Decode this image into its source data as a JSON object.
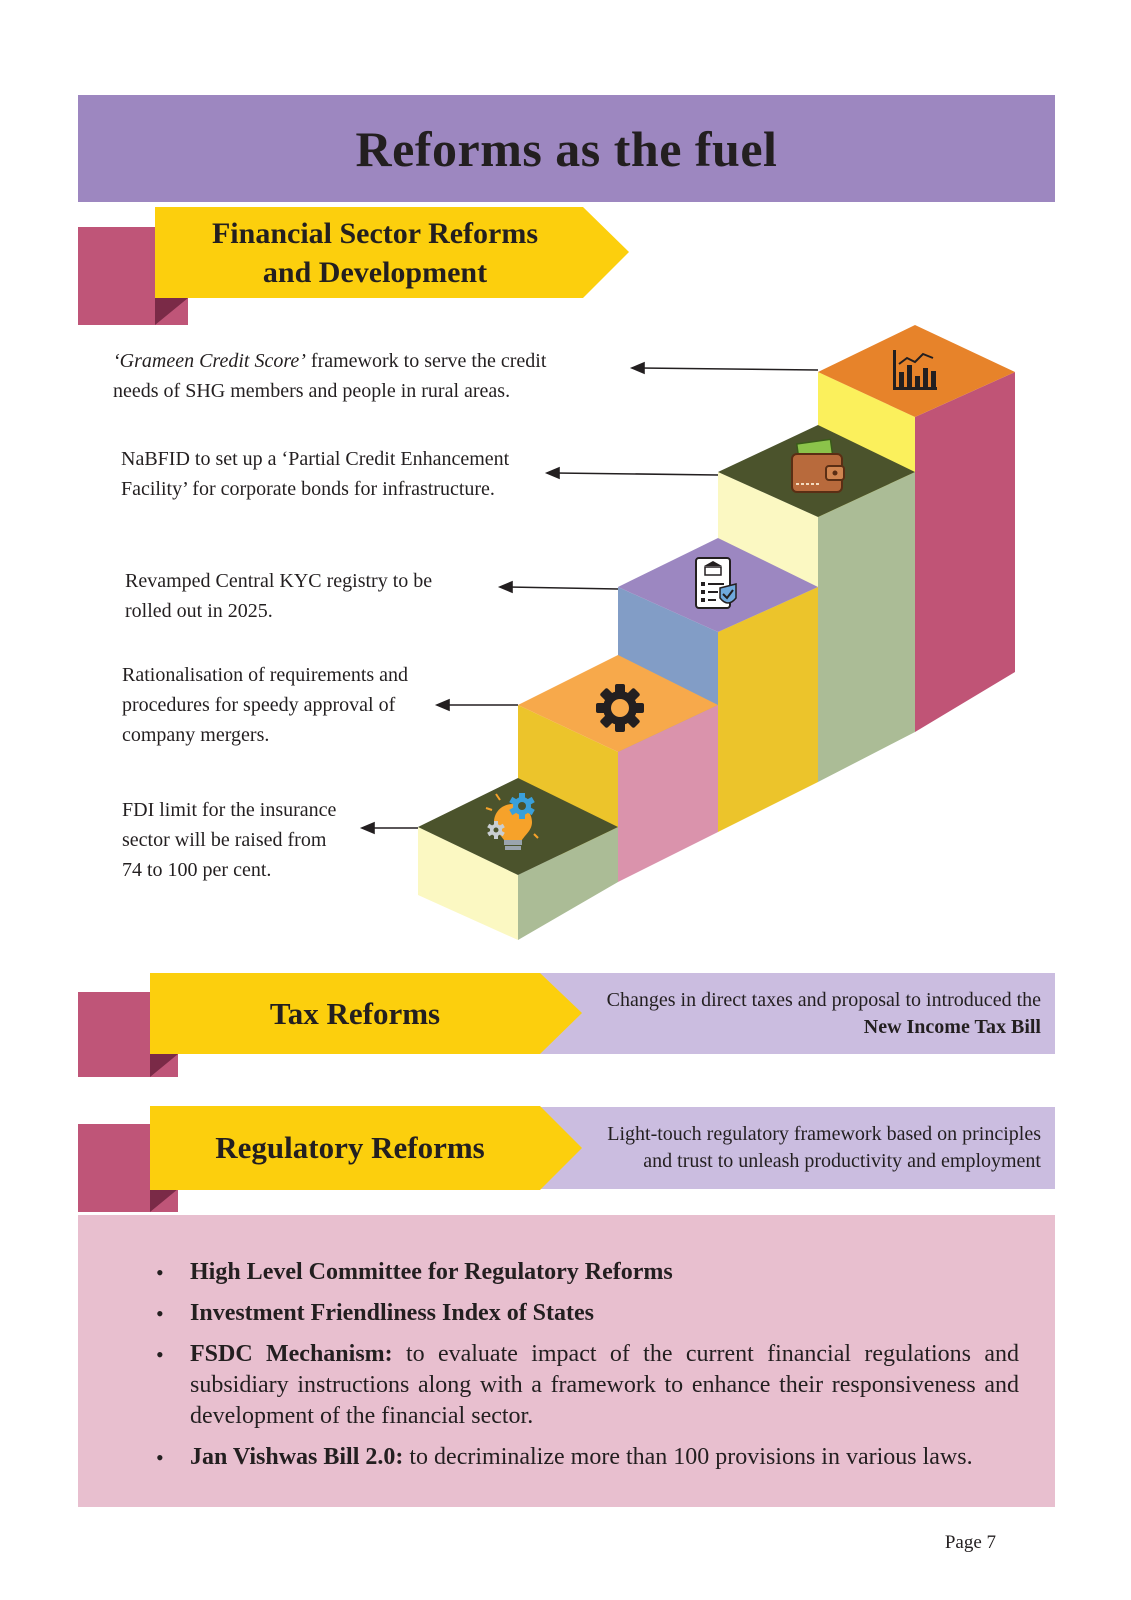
{
  "header": {
    "title": "Reforms as the fuel"
  },
  "financial": {
    "title_line1": "Financial Sector Reforms",
    "title_line2": "and Development",
    "steps": [
      {
        "italic": "‘Grameen Credit Score’",
        "text_l1": " framework to serve the credit",
        "text_l2": "needs of SHG members and people in rural areas.",
        "icon": "bar-chart-icon"
      },
      {
        "text_l1": "NaBFID to set up a ‘Partial Credit Enhancement",
        "text_l2": "Facility’ for corporate bonds for infrastructure.",
        "icon": "wallet-icon"
      },
      {
        "text_l1": "Revamped Central KYC registry to be",
        "text_l2": "rolled out in 2025.",
        "icon": "kyc-document-icon"
      },
      {
        "text_l1": "Rationalisation of requirements and",
        "text_l2": "procedures for speedy approval of",
        "text_l3": "company mergers.",
        "icon": "gear-icon"
      },
      {
        "text_l1": "FDI limit for the insurance",
        "text_l2": "sector will be raised from",
        "text_l3": "74 to 100 per cent.",
        "icon": "lightbulb-gears-icon"
      }
    ]
  },
  "tax": {
    "title": "Tax Reforms",
    "desc_l1": "Changes in direct taxes and proposal to introduced the",
    "desc_bold": "New Income Tax Bill"
  },
  "regulatory": {
    "title": "Regulatory Reforms",
    "desc_l1": "Light-touch regulatory framework based on principles",
    "desc_l2": "and trust to unleash productivity and employment"
  },
  "bullets": [
    {
      "bold": "High Level Committee for Regulatory Reforms",
      "text": ""
    },
    {
      "bold": "Investment Friendliness Index of States",
      "text": ""
    },
    {
      "bold": "FSDC Mechanism:",
      "text": " to evaluate impact of the current financial regulations and subsidiary instructions along with a framework to enhance their responsiveness and development of the financial sector."
    },
    {
      "bold": "Jan Vishwas Bill 2.0:",
      "text": " to decriminalize more than 100 provisions in various laws."
    }
  ],
  "bullet_symbol": "•",
  "footer": {
    "page_label": "Page 7"
  },
  "colors": {
    "header": "#9d87c0",
    "banner_yellow": "#fccf0d",
    "tab_pink": "#bf5578",
    "lavender": "#cbbde0",
    "box_pink": "#e8bfcf"
  }
}
